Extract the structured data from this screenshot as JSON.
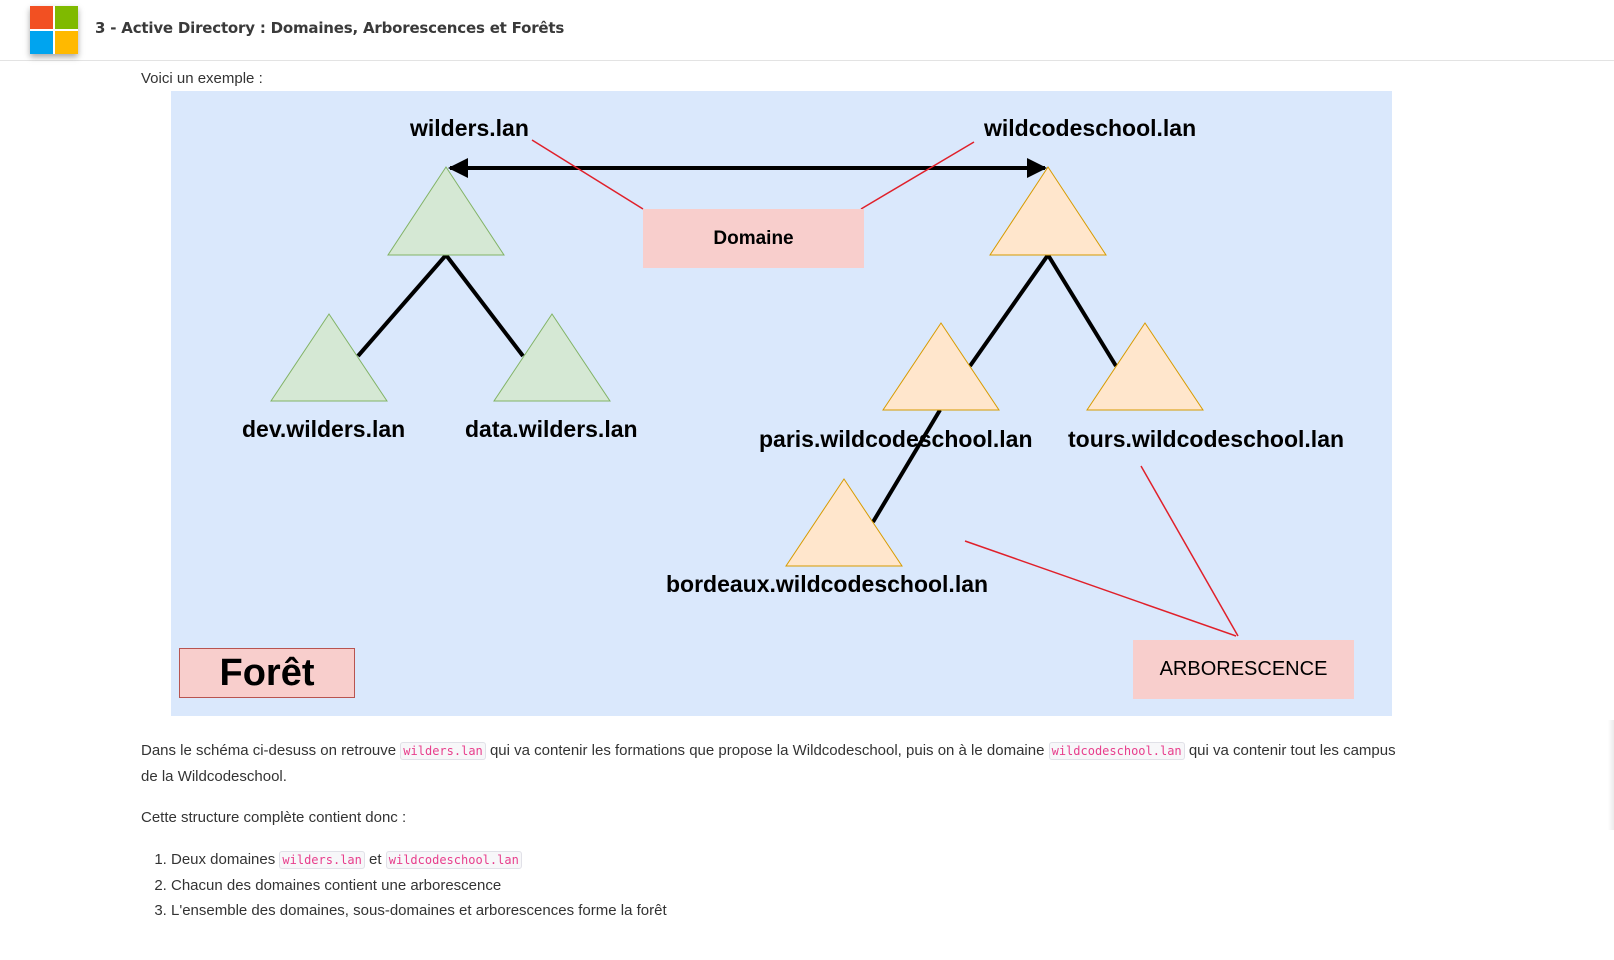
{
  "header": {
    "title": "3 - Active Directory : Domaines, Arborescences et Forêts",
    "logo_colors": [
      "#f25022",
      "#7fba00",
      "#00a4ef",
      "#ffb900"
    ]
  },
  "intro": "Voici un exemple :",
  "diagram": {
    "colors": {
      "background": "#dae8fc",
      "green": "#d5e8d4",
      "green_stroke": "#82b366",
      "orange": "#ffe6cc",
      "orange_stroke": "#d79b00",
      "pink": "#f8cecc",
      "red_line": "#e0202a"
    },
    "labels": {
      "wilders": "wilders.lan",
      "wildcodeschool": "wildcodeschool.lan",
      "dev": "dev.wilders.lan",
      "data": "data.wilders.lan",
      "paris": "paris.wildcodeschool.lan",
      "tours": "tours.wildcodeschool.lan",
      "bordeaux": "bordeaux.wildcodeschool.lan"
    },
    "boxes": {
      "domaine": "Domaine",
      "arborescence": "ARBORESCENCE",
      "foret": "Forêt"
    }
  },
  "paragraph1": {
    "part1": "Dans le schéma ci-desuss on retrouve ",
    "code1": "wilders.lan",
    "part2": " qui va contenir les formations que propose la Wildcodeschool, puis on à le domaine ",
    "code2": "wildcodeschool.lan",
    "part3": " qui va contenir tout les campus de la Wildcodeschool."
  },
  "paragraph2": "Cette structure complète contient donc :",
  "list": {
    "item1_text": "Deux domaines ",
    "item1_code1": "wilders.lan",
    "item1_mid": " et ",
    "item1_code2": "wildcodeschool.lan",
    "item2": "Chacun des domaines contient une arborescence",
    "item3": "L'ensemble des domaines, sous-domaines et arborescences forme la forêt"
  }
}
